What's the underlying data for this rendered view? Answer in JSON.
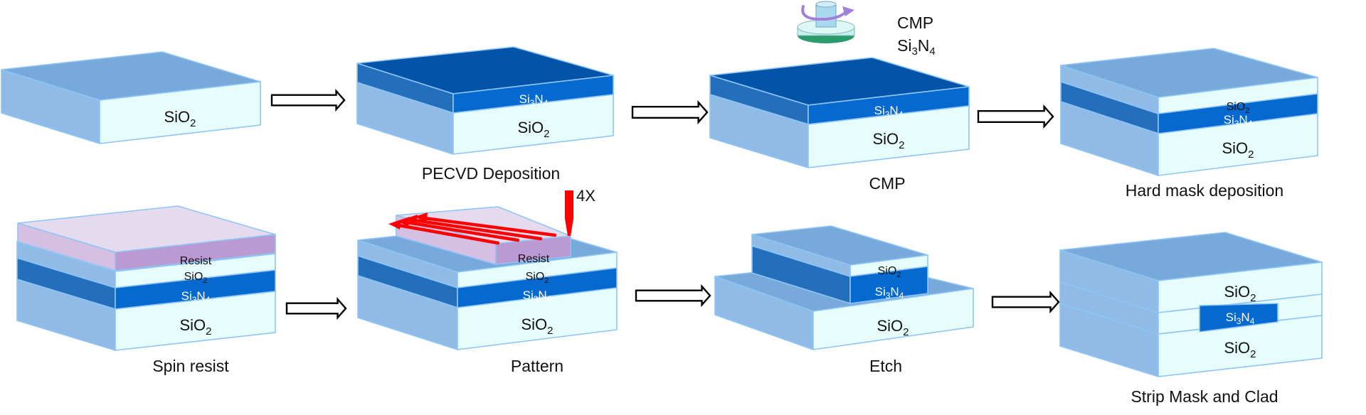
{
  "diagram": {
    "title": "Si3N4 waveguide fabrication process flow",
    "colors": {
      "oxide_top": "#78a9db",
      "oxide_side": "#8fbbe6",
      "oxide_front": "#e6fdfb",
      "nitride_top": "#0354a8",
      "nitride_side": "#236fbc",
      "nitride_front": "#0569d0",
      "resist_top": "#e6daef",
      "resist_side": "#d5bfe3",
      "resist_front": "#bb9ad3",
      "edge": "#8ec5f5",
      "arrow_stroke": "#000000",
      "arrow_fill": "#ffffff",
      "exposure": "#ff0000",
      "text_dark": "#111111",
      "text_light": "#ffffff"
    },
    "materials": {
      "oxide": {
        "base": "SiO",
        "sub": "2"
      },
      "nitride": {
        "base1": "Si",
        "sub1": "3",
        "base2": "N",
        "sub2": "4"
      },
      "resist": "Resist"
    },
    "steps": [
      {
        "id": "substrate",
        "caption": ""
      },
      {
        "id": "pecvd",
        "caption": "PECVD Deposition"
      },
      {
        "id": "cmp",
        "caption": "CMP",
        "annotation_line1": "CMP",
        "annotation_line2": "Si3N4"
      },
      {
        "id": "hardmask",
        "caption": "Hard mask deposition"
      },
      {
        "id": "spin",
        "caption": "Spin resist"
      },
      {
        "id": "pattern",
        "caption": "Pattern",
        "annotation": "4X"
      },
      {
        "id": "etch",
        "caption": "Etch"
      },
      {
        "id": "clad",
        "caption": "Strip Mask and Clad"
      }
    ],
    "arrows": [
      {
        "from": "substrate",
        "to": "pecvd",
        "icon": "arrow-right-icon"
      },
      {
        "from": "pecvd",
        "to": "cmp",
        "icon": "arrow-right-icon"
      },
      {
        "from": "cmp",
        "to": "hardmask",
        "icon": "arrow-right-icon"
      },
      {
        "from": "spin",
        "to": "pattern",
        "icon": "arrow-right-icon"
      },
      {
        "from": "pattern",
        "to": "etch",
        "icon": "arrow-right-icon"
      },
      {
        "from": "etch",
        "to": "clad",
        "icon": "arrow-right-icon"
      }
    ]
  }
}
